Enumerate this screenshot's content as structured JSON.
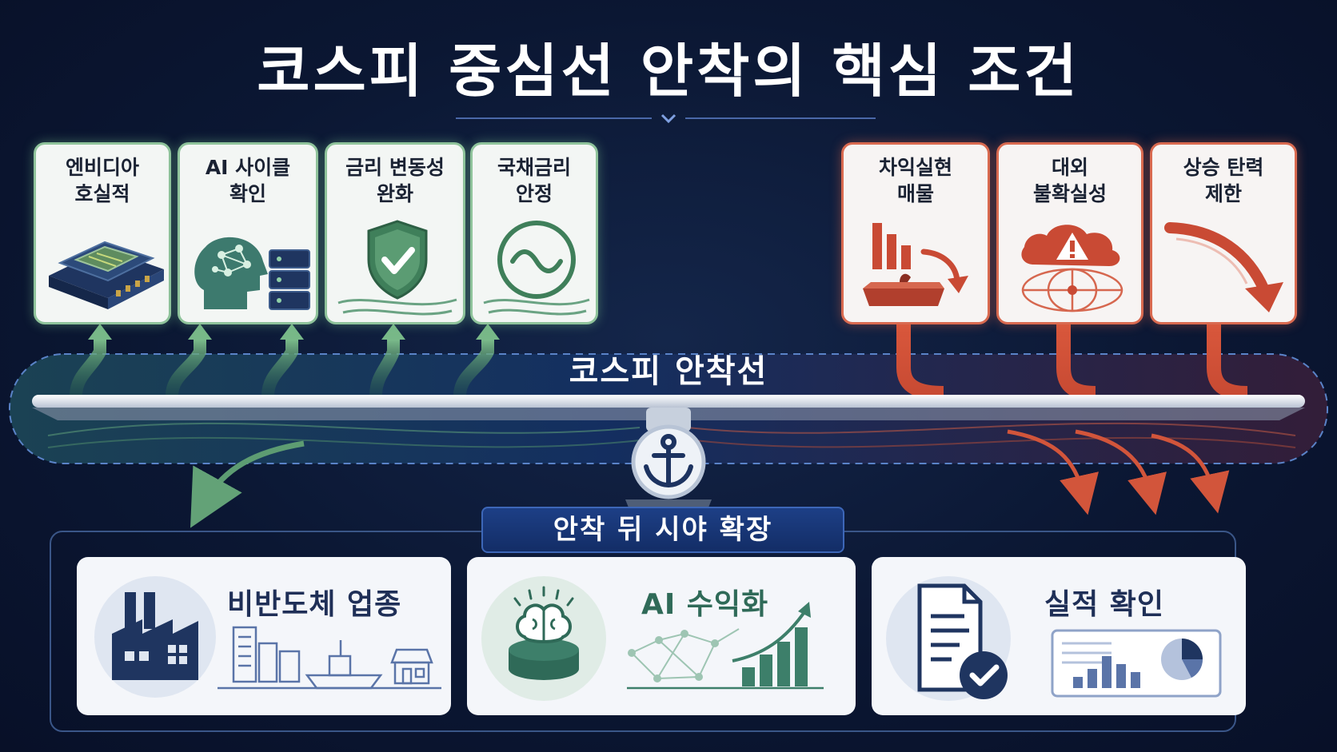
{
  "title": "코스피 중심선 안착의 핵심 조건",
  "support_factors": [
    {
      "label": "엔비디아\n호실적",
      "icon": "gpu-chip-icon"
    },
    {
      "label": "AI 사이클\n확인",
      "icon": "ai-head-server-icon"
    },
    {
      "label": "금리 변동성\n완화",
      "icon": "shield-check-icon"
    },
    {
      "label": "국채금리\n안정",
      "icon": "wave-circle-icon"
    }
  ],
  "risk_factors": [
    {
      "label": "차익실현\n매물",
      "icon": "falling-bars-icon"
    },
    {
      "label": "대외\n불확실성",
      "icon": "warning-cloud-globe-icon"
    },
    {
      "label": "상승 탄력\n제한",
      "icon": "down-curve-arrow-icon"
    }
  ],
  "anchor_line_label": "코스피 안착선",
  "expansion_banner": "안착 뒤 시야 확장",
  "expansion_items": [
    {
      "label": "비반도체 업종",
      "icon": "factory-city-icon"
    },
    {
      "label": "AI 수익화",
      "icon": "brain-growth-chart-icon"
    },
    {
      "label": "실적 확인",
      "icon": "document-check-chart-icon"
    }
  ],
  "colors": {
    "background": "#0b1733",
    "support_green": "#6fae7e",
    "risk_red": "#d2553b",
    "navy_accent": "#1d3f86"
  }
}
